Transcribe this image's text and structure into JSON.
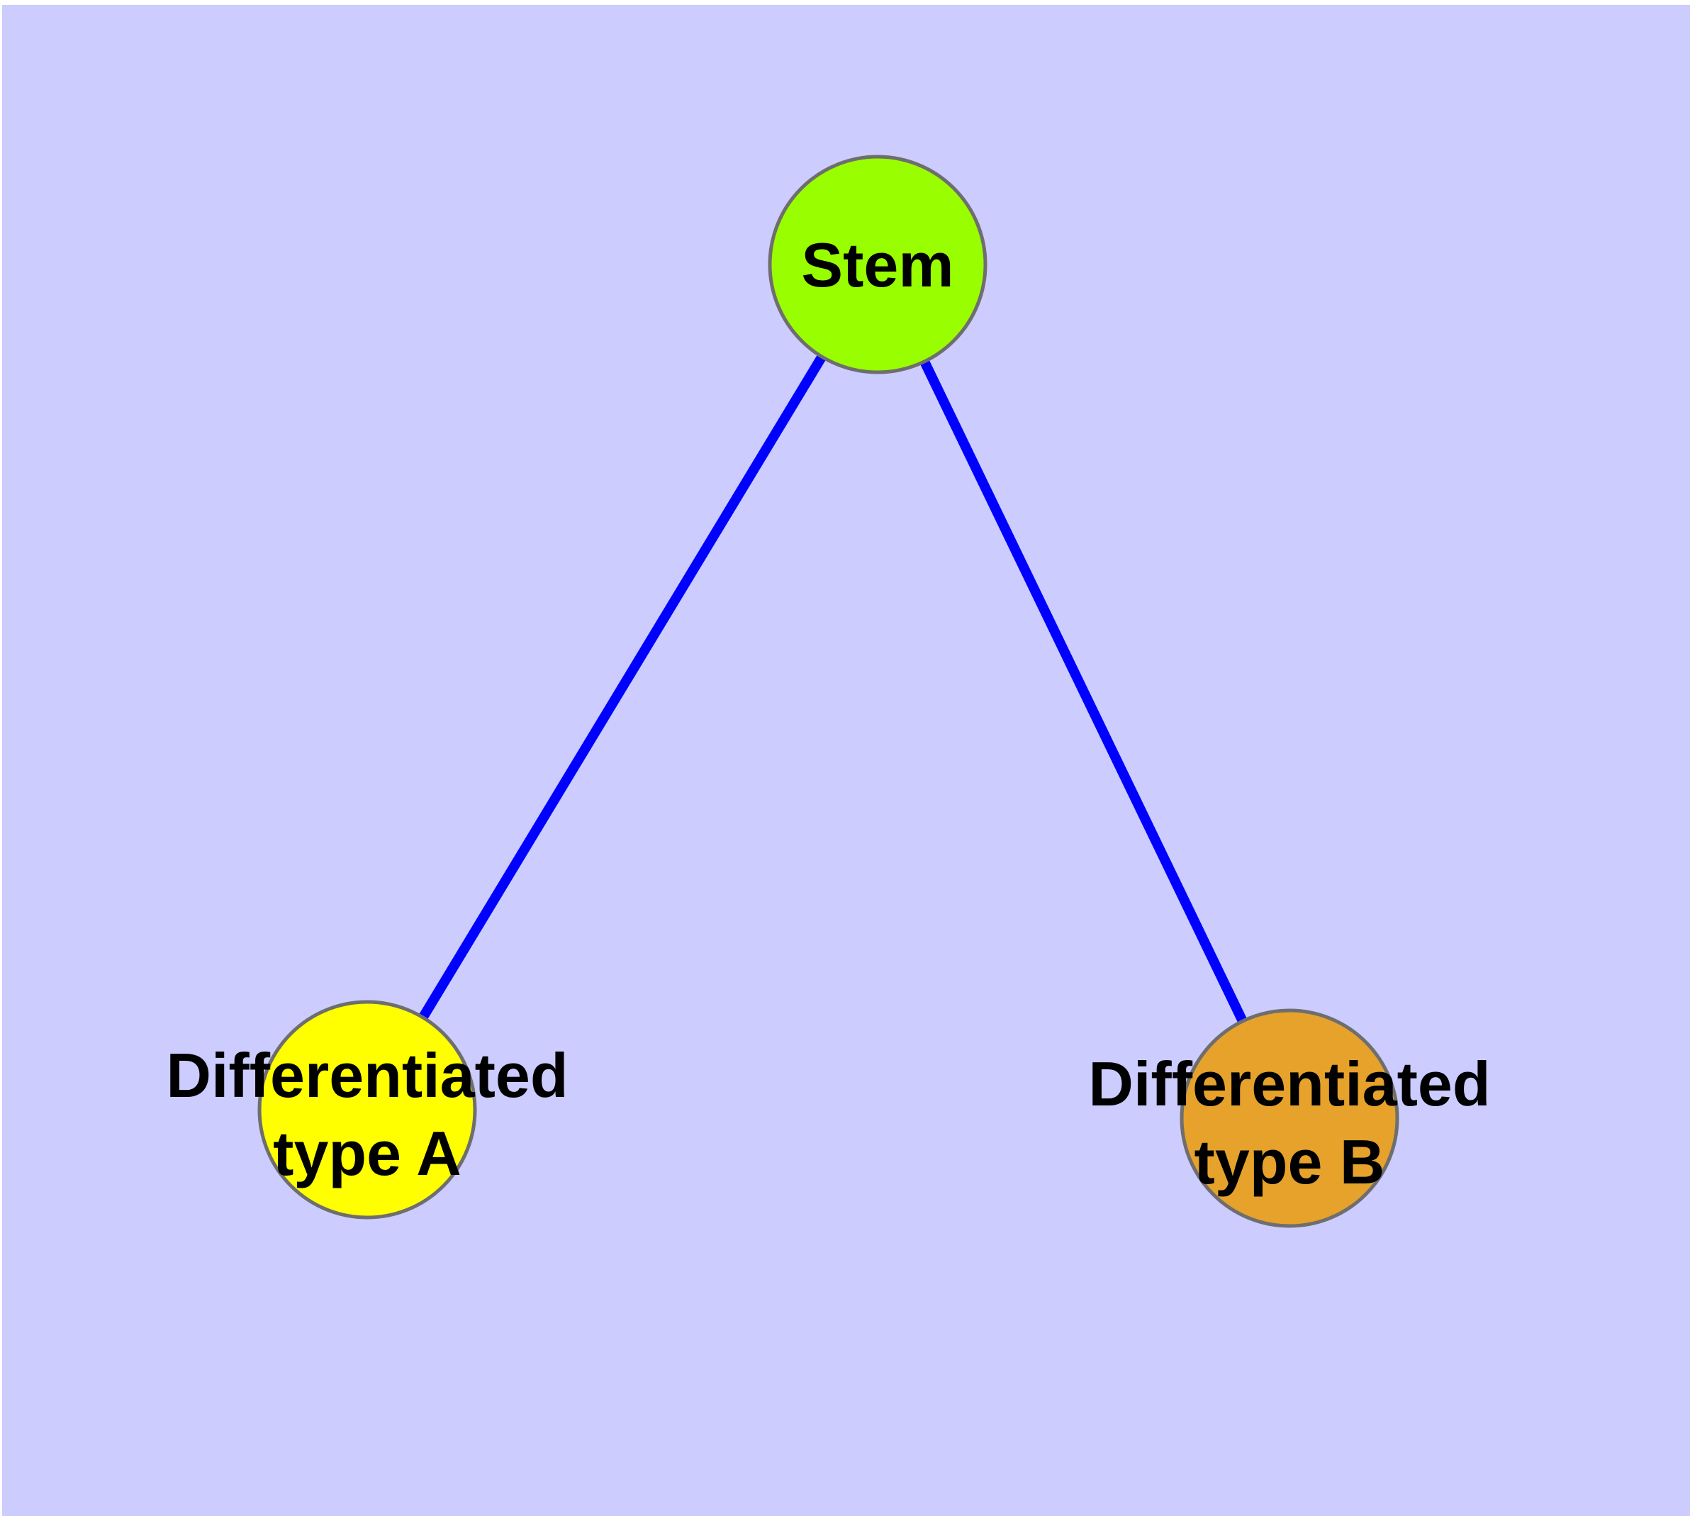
{
  "diagram": {
    "background_color": "#CCCCFF",
    "margin_color": "#FFFFFF",
    "edge_color": "#0000FF",
    "node_border_color": "#6E6E6E",
    "label_color": "#000000",
    "nodes": [
      {
        "id": "stem",
        "label": "Stem",
        "fill": "#99FF00"
      },
      {
        "id": "differentiated-type-a",
        "label_line1": "Differentiated",
        "label_line2": "type A",
        "fill": "#FFFF00"
      },
      {
        "id": "differentiated-type-b",
        "label_line1": "Differentiated",
        "label_line2": "type B",
        "fill": "#E6A22B"
      }
    ],
    "edges": [
      {
        "from": "stem",
        "to": "differentiated-type-a"
      },
      {
        "from": "stem",
        "to": "differentiated-type-b"
      }
    ]
  }
}
